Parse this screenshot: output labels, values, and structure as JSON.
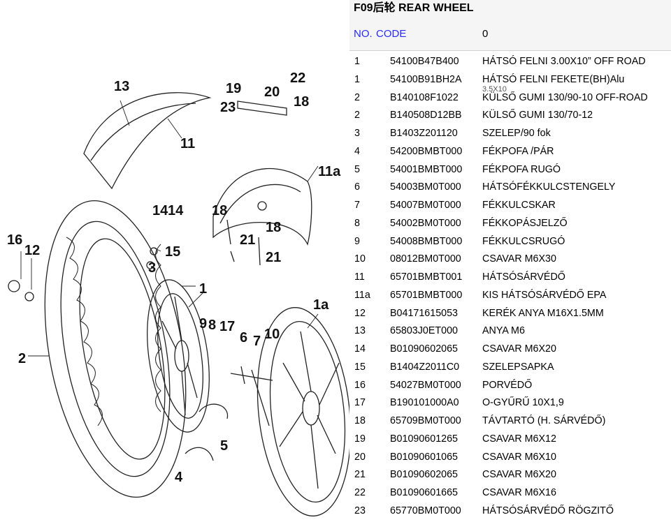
{
  "header": {
    "title": "F09后轮 REAR WHEEL",
    "col_no": "NO.",
    "col_code": "CODE",
    "col_extra": "0"
  },
  "parts": [
    {
      "no": "1",
      "code": "54100B47B400",
      "desc": "HÁTSÓ FELNI 3.00X10” OFF ROAD"
    },
    {
      "no": "1",
      "code": "54100B91BH2A",
      "desc": "HÁTSÓ FELNI FEKETE(BH)Alu",
      "desc2": "3.5X10"
    },
    {
      "no": "2",
      "code": "B140108F1022",
      "desc": "KÜLSŐ GUMI 130/90-10 OFF-ROAD"
    },
    {
      "no": "2",
      "code": "B140508D12BB",
      "desc": "KÜLSŐ GUMI 130/70-12"
    },
    {
      "no": "3",
      "code": "B1403Z201120",
      "desc": "SZELEP/90 fok"
    },
    {
      "no": "4",
      "code": "54200BMBT000",
      "desc": "FÉKPOFA /PÁR"
    },
    {
      "no": "5",
      "code": "54001BMBT000",
      "desc": "FÉKPOFA RUGÓ"
    },
    {
      "no": "6",
      "code": "54003BM0T000",
      "desc": "HÁTSÓFÉKKULCSTENGELY"
    },
    {
      "no": "7",
      "code": "54007BM0T000",
      "desc": "FÉKKULCSKAR"
    },
    {
      "no": "8",
      "code": "54002BM0T000",
      "desc": "FÉKKOPÁSJELZŐ"
    },
    {
      "no": "9",
      "code": "54008BMBT000",
      "desc": "FÉKKULCSRUGÓ"
    },
    {
      "no": "10",
      "code": "08012BM0T000",
      "desc": "CSAVAR M6X30"
    },
    {
      "no": "11",
      "code": "65701BMBT001",
      "desc": "HÁTSÓSÁRVÉDŐ"
    },
    {
      "no": "11a",
      "code": "65701BMBT000",
      "desc": "KIS HÁTSÓSÁRVÉDŐ EPA"
    },
    {
      "no": "12",
      "code": "B04171615053",
      "desc": "KERÉK ANYA M16X1.5MM"
    },
    {
      "no": "13",
      "code": "65803J0ET000",
      "desc": "ANYA M6"
    },
    {
      "no": "14",
      "code": "B01090602065",
      "desc": "CSAVAR M6X20"
    },
    {
      "no": "15",
      "code": "B1404Z2011C0",
      "desc": "SZELEPSAPKA"
    },
    {
      "no": "16",
      "code": "54027BM0T000",
      "desc": "PORVÉDŐ"
    },
    {
      "no": "17",
      "code": "B190101000A0",
      "desc": "O-GYŰRŰ 10X1,9"
    },
    {
      "no": "18",
      "code": "65709BM0T000",
      "desc": "TÁVTARTÓ (H. SÁRVÉDŐ)"
    },
    {
      "no": "19",
      "code": "B01090601265",
      "desc": "CSAVAR M6X12"
    },
    {
      "no": "20",
      "code": "B01090601065",
      "desc": "CSAVAR M6X10"
    },
    {
      "no": "21",
      "code": "B01090602065",
      "desc": "CSAVAR M6X20"
    },
    {
      "no": "22",
      "code": "B01090601665",
      "desc": "CSAVAR M6X16"
    },
    {
      "no": "23",
      "code": "65770BM0T000",
      "desc": "HÁTSÓSÁRVÉDŐ RÖGZITŐ"
    }
  ],
  "diagram_labels": [
    "13",
    "19",
    "20",
    "22",
    "23",
    "18",
    "11",
    "11a",
    "14",
    "14",
    "18",
    "18",
    "21",
    "21",
    "16",
    "12",
    "15",
    "1",
    "1a",
    "9",
    "8",
    "17",
    "6",
    "7",
    "10",
    "2",
    "3",
    "5",
    "4"
  ]
}
